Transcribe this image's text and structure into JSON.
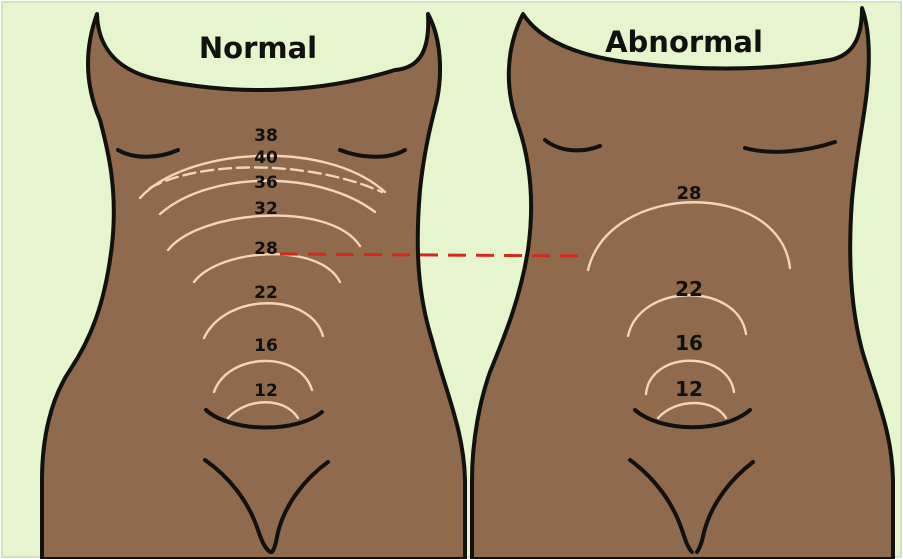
{
  "colors": {
    "background": "#e6f5cd",
    "skin": "#8f6a4c",
    "arc": "#f3d6b8",
    "outline": "#111111",
    "reference_line": "#d42a1e"
  },
  "panels": {
    "normal": {
      "title": "Normal",
      "labels": {
        "w38": "38",
        "w40": "40",
        "w36": "36",
        "w32": "32",
        "w28": "28",
        "w22": "22",
        "w16": "16",
        "w12": "12"
      }
    },
    "abnormal": {
      "title": "Abnormal",
      "labels": {
        "w28": "28",
        "w22": "22",
        "w16": "16",
        "w12": "12"
      }
    }
  }
}
